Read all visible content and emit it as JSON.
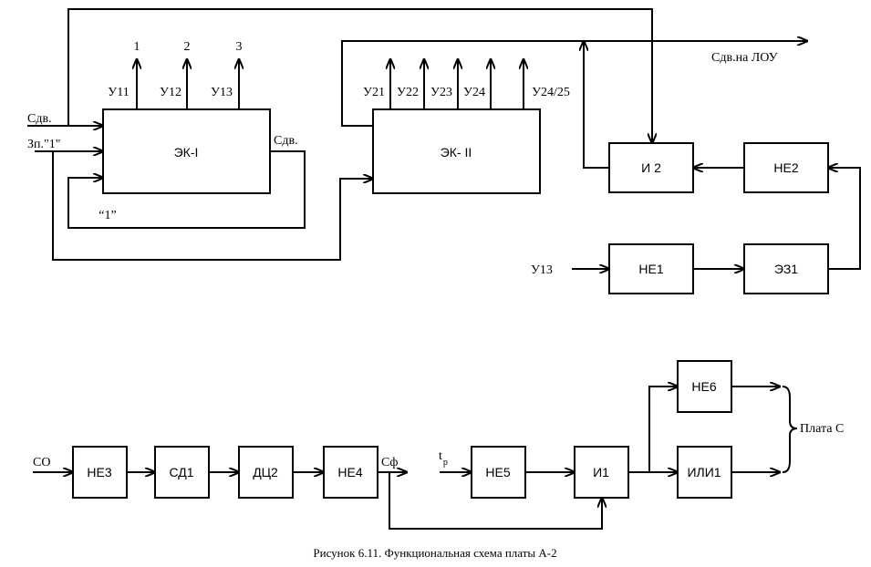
{
  "top": {
    "blocks": {
      "ek1": "ЭК-I",
      "ek2": "ЭК- II",
      "i2": "И 2",
      "ne2": "НЕ2",
      "ne1": "НЕ1",
      "ez1": "ЭЗ1"
    },
    "signals": {
      "sdv_in": "Сдв.",
      "zp1": "Зп.\"1\"",
      "sdv_out": "Сдв.",
      "one_loop": "“1”",
      "sdv_lou": "Сдв.на ЛОУ",
      "u13_in": "У13"
    },
    "ek1_outputs": [
      {
        "label": "У11",
        "num": "1"
      },
      {
        "label": "У12",
        "num": "2"
      },
      {
        "label": "У13",
        "num": "3"
      }
    ],
    "ek2_outputs": [
      "У21",
      "У22",
      "У23",
      "У24",
      "У24/25"
    ]
  },
  "bottom": {
    "blocks": {
      "ne3": "НЕ3",
      "sd1": "СД1",
      "dts2": "ДЦ2",
      "ne4": "НЕ4",
      "ne5": "НЕ5",
      "i1": "И1",
      "ne6": "НЕ6",
      "ili1": "ИЛИ1"
    },
    "signals": {
      "co": "СО",
      "sf": "Сф",
      "tr": "t",
      "tr_sub": "р",
      "plata_c": "Плата С"
    }
  },
  "caption": "Рисунок 6.11. Функциональная схема платы А-2"
}
